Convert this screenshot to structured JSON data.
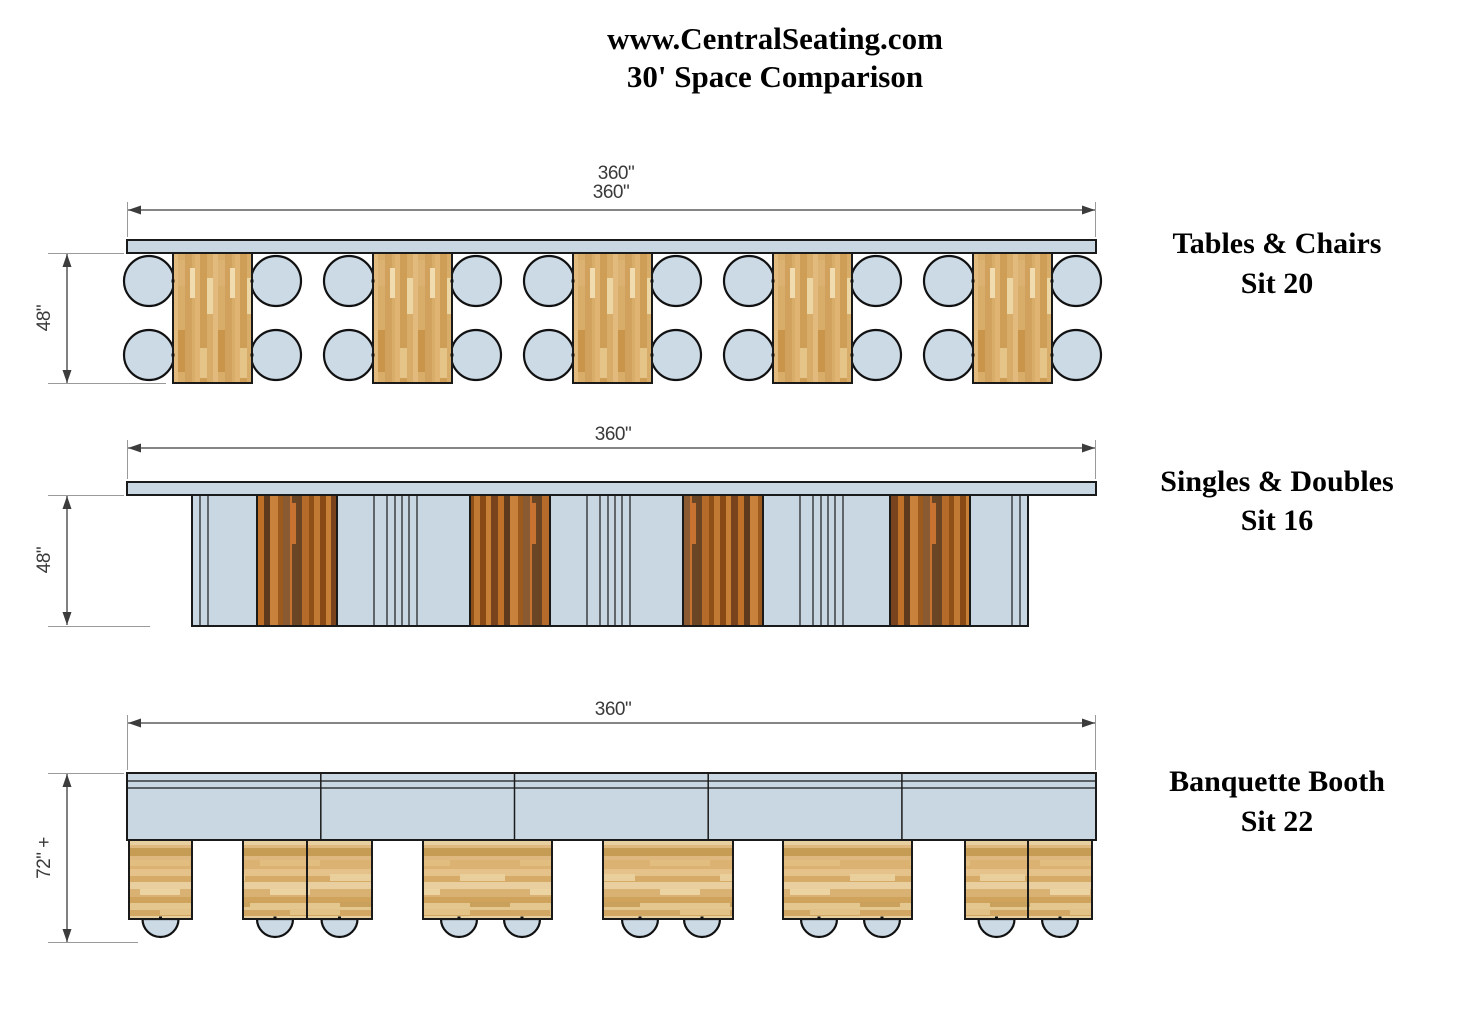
{
  "title": {
    "line1": "www.CentralSeating.com",
    "line2": "30' Space Comparison"
  },
  "rows": [
    {
      "name": "Tables & Chairs",
      "seats": "Sit 20",
      "width_dim": "360\"",
      "width_dim_secondary": "360\"",
      "depth_dim": "48\""
    },
    {
      "name": "Singles & Doubles",
      "seats": "Sit 16",
      "width_dim": "360\"",
      "depth_dim": "48\""
    },
    {
      "name": "Banquette Booth",
      "seats": "Sit 22",
      "width_dim": "360\"",
      "depth_dim": "72\" +"
    }
  ],
  "colors": {
    "background": "#ffffff",
    "bench_blue": "#c9d7e2",
    "chair_blue": "#ccdae6",
    "outline": "#1a1a1a",
    "wood_light": "#d8ac69",
    "wood_dark": "#b06524",
    "wood_plank": "#deb87e",
    "dim_line": "#3c3c3c",
    "extension_line": "#9a9a9a",
    "text": "#000000"
  }
}
